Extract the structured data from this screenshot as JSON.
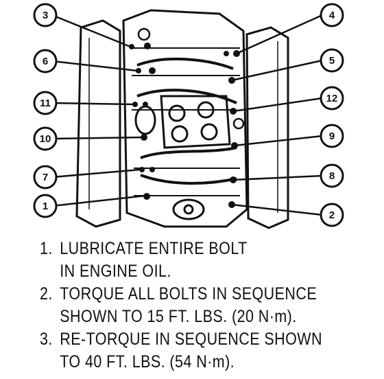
{
  "diagram": {
    "callouts": [
      {
        "label": "3",
        "side": "left"
      },
      {
        "label": "6",
        "side": "left"
      },
      {
        "label": "11",
        "side": "left"
      },
      {
        "label": "10",
        "side": "left"
      },
      {
        "label": "7",
        "side": "left"
      },
      {
        "label": "1",
        "side": "left"
      },
      {
        "label": "4",
        "side": "right"
      },
      {
        "label": "5",
        "side": "right"
      },
      {
        "label": "12",
        "side": "right"
      },
      {
        "label": "9",
        "side": "right"
      },
      {
        "label": "8",
        "side": "right"
      },
      {
        "label": "2",
        "side": "right"
      }
    ]
  },
  "instructions": [
    {
      "num": "1.",
      "lines": [
        "LUBRICATE ENTIRE BOLT",
        "IN ENGINE OIL."
      ]
    },
    {
      "num": "2.",
      "lines": [
        "TORQUE ALL BOLTS IN SEQUENCE",
        "SHOWN TO 15 FT. LBS. (20 N·m)."
      ]
    },
    {
      "num": "3.",
      "lines": [
        "RE-TORQUE IN SEQUENCE SHOWN",
        "TO 40 FT. LBS. (54 N·m)."
      ]
    }
  ]
}
